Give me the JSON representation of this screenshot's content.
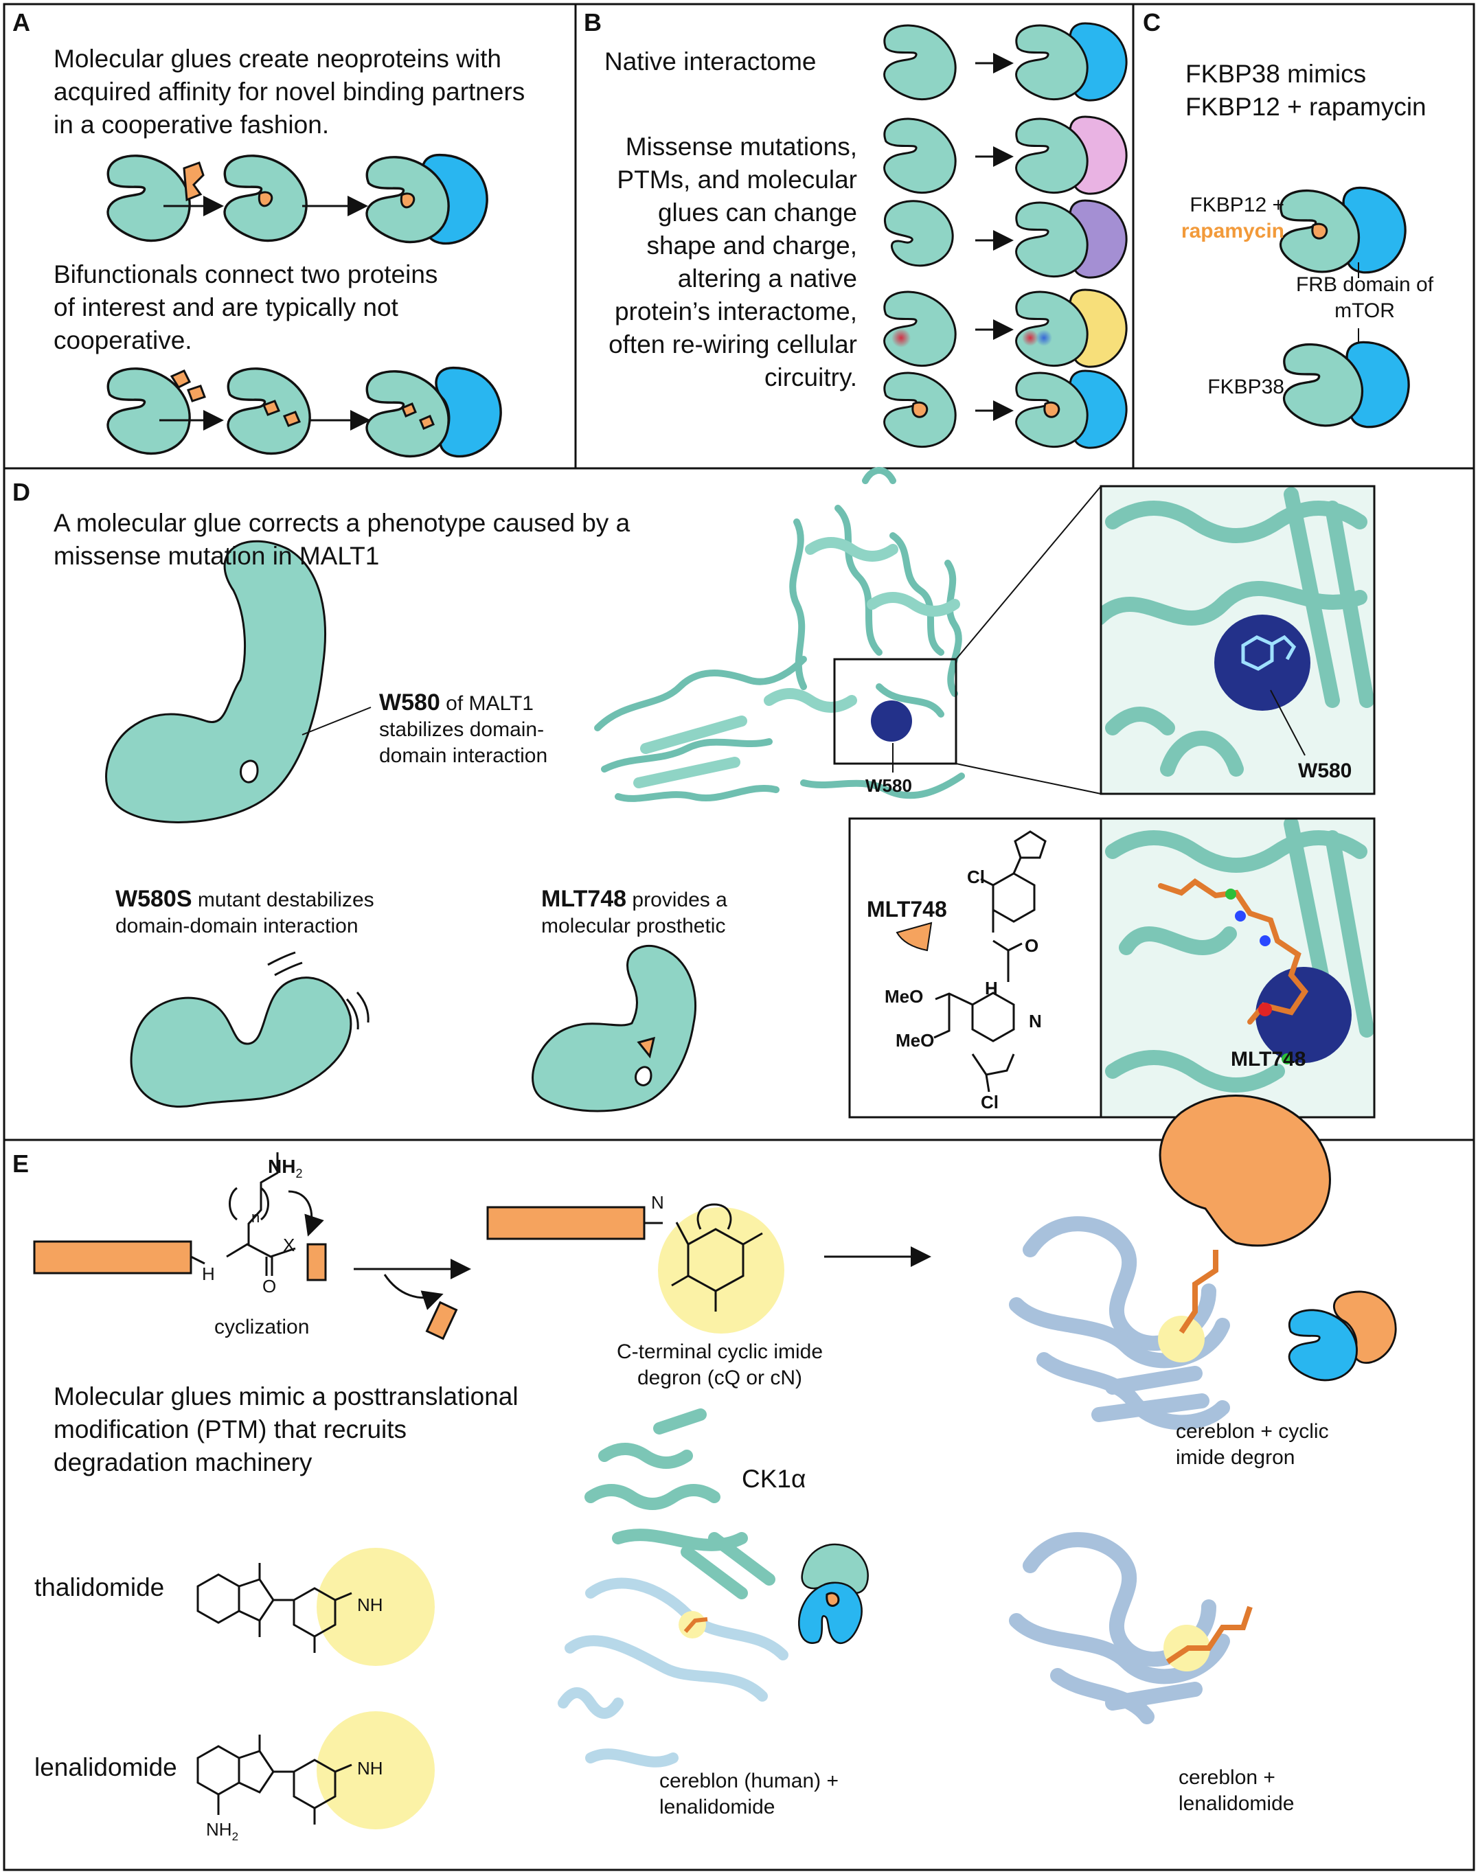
{
  "colors": {
    "teal": "#8fd4c5",
    "blue": "#29b6f0",
    "orange": "#f5a35e",
    "pink": "#e9b3e3",
    "purple": "#a48fd3",
    "yellow": "#f7df7a",
    "navy": "#23318a",
    "steel": "#a8c1dc",
    "highlight": "#fbf2a6",
    "rapamycin": "#f29a3a"
  },
  "panelA": {
    "letter": "A",
    "text1": "Molecular glues create neoproteins with acquired affinity for novel binding partners in a cooperative fashion.",
    "text2": "Bifunctionals connect two proteins of interest and are typically not cooperative."
  },
  "panelB": {
    "letter": "B",
    "text1": "Native interactome",
    "text2": "Missense mutations, PTMs, and molecular glues can change shape and charge, altering a native protein’s interactome, often re-wiring cellular circuitry."
  },
  "panelC": {
    "letter": "C",
    "title": "FKBP38 mimics FKBP12 + rapamycin",
    "fkbp12": "FKBP12 +",
    "rapamycin": "rapamycin",
    "frb": "FRB domain of mTOR",
    "fkbp38": "FKBP38"
  },
  "panelD": {
    "letter": "D",
    "title": "A molecular glue corrects a phenotype caused by a missense mutation in MALT1",
    "w580_bold": "W580",
    "w580_rest": " of MALT1 stabilizes domain-domain interaction",
    "w580_struct": "W580",
    "w580_zoom": "W580",
    "mutant_bold": "W580S",
    "mutant_rest": " mutant destabilizes domain-domain interaction",
    "mlt_bold": "MLT748",
    "mlt_rest": " provides a molecular prosthetic",
    "chem_name": "MLT748",
    "zoom2_label": "MLT748",
    "atoms": {
      "cl1": "Cl",
      "cl2": "Cl",
      "n": "N",
      "h": "H",
      "o": "O",
      "meo1": "MeO",
      "meo2": "MeO"
    }
  },
  "panelE": {
    "letter": "E",
    "cyclization": "cyclization",
    "nh2": "NH",
    "nh2_sub": "2",
    "n_sub": "n",
    "x": "X",
    "h": "H",
    "nh": "N",
    "o": "O",
    "degron": "C-terminal cyclic imide degron (cQ or cN)",
    "glue_text": "Molecular glues mimic a posttranslational modification (PTM) that recruits degradation machinery",
    "thalidomide": "thalidomide",
    "lenalidomide": "lenalidomide",
    "ck1a": "CK1α",
    "cereblon_human": "cereblon (human) + lenalidomide",
    "cereblon_degron": "cereblon + cyclic imide degron",
    "cereblon_len": "cereblon + lenalidomide",
    "amine": "NH",
    "amine_sub": "2",
    "imide_nh": "NH"
  }
}
